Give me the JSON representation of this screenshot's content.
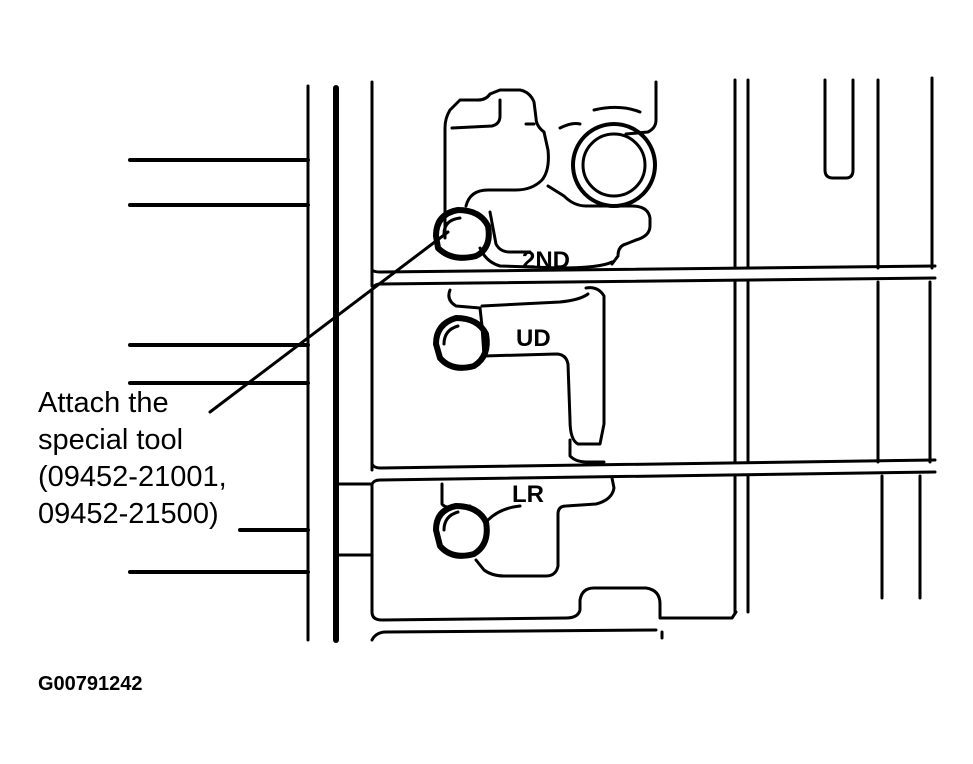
{
  "callout": {
    "lines": [
      "Attach the",
      "special tool",
      "(09452-21001,",
      "09452-21500)"
    ]
  },
  "ports": {
    "second": "2ND",
    "underdrive": "UD",
    "low_reverse": "LR"
  },
  "figure_id": "G00791242",
  "colors": {
    "ink": "#000000",
    "paper": "#ffffff"
  }
}
